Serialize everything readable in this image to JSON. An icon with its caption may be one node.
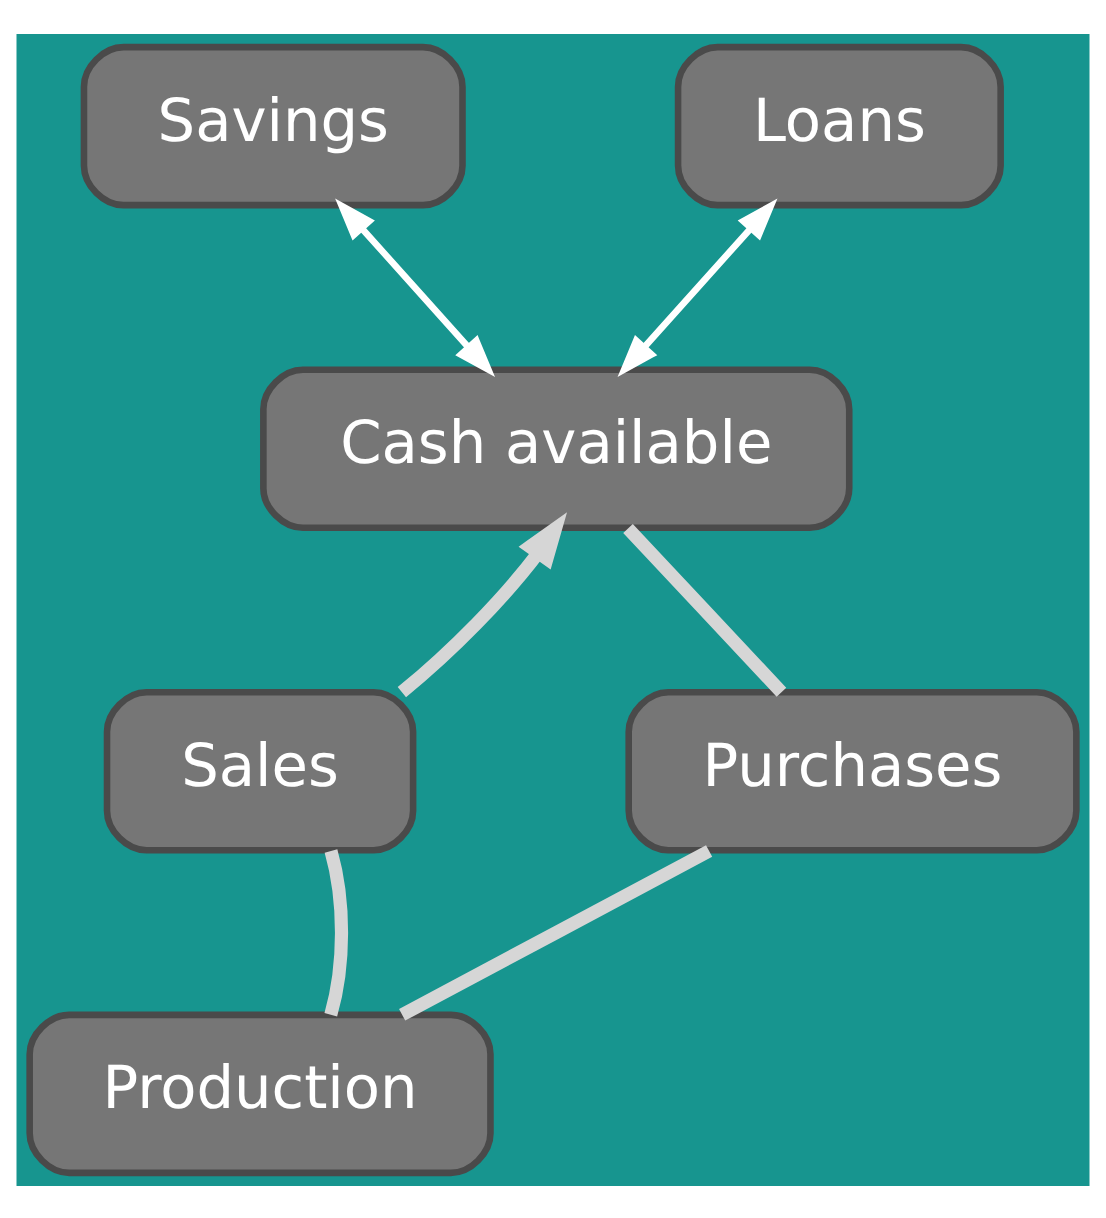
{
  "diagram": {
    "nodes": [
      {
        "text": [
          "Savings"
        ]
      },
      {
        "text": [
          "Loans"
        ]
      },
      {
        "text": [
          "Cash available"
        ]
      },
      {
        "text": [
          "Sales"
        ]
      },
      {
        "text": [
          "Purchases"
        ]
      },
      {
        "text": [
          "Production"
        ]
      }
    ],
    "edges": [
      {
        "from": 0,
        "to": 2,
        "arrow": "both",
        "color": "#ffffff"
      },
      {
        "from": 1,
        "to": 2,
        "arrow": "both",
        "color": "#ffffff"
      },
      {
        "from": 2,
        "to": 4,
        "arrow": "none"
      },
      {
        "from": 4,
        "to": 5,
        "arrow": "none"
      },
      {
        "from": 5,
        "to": 3,
        "arrow": "none"
      },
      {
        "from": 3,
        "to": 2,
        "arrow": "to"
      }
    ]
  }
}
